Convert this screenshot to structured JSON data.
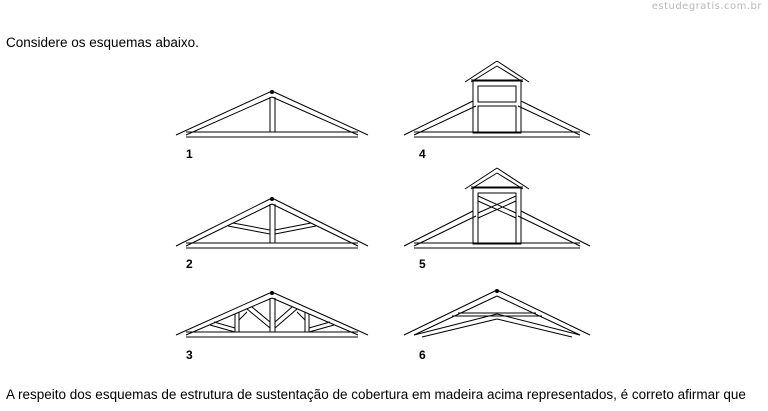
{
  "watermark": "estudegratis.com.br",
  "intro_text": "Considere os esquemas abaixo.",
  "figures": [
    {
      "number": "1",
      "icon": "king-post-truss-icon"
    },
    {
      "number": "2",
      "icon": "fink-truss-icon"
    },
    {
      "number": "3",
      "icon": "howe-truss-icon"
    },
    {
      "number": "4",
      "icon": "raised-monitor-truss-icon"
    },
    {
      "number": "5",
      "icon": "braced-monitor-truss-icon"
    },
    {
      "number": "6",
      "icon": "scissor-truss-icon"
    }
  ],
  "question_text": "A respeito dos esquemas de estrutura de sustentação de cobertura em madeira acima representados, é correto afirmar que"
}
